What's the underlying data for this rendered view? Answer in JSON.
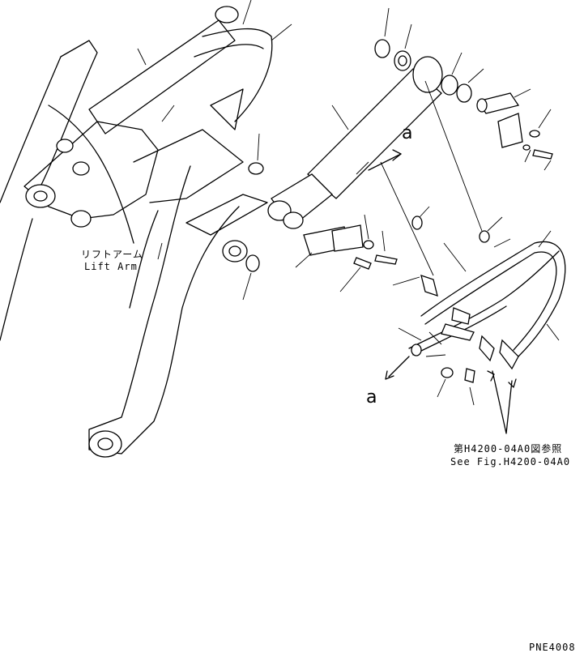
{
  "diagram": {
    "labels": {
      "lift_arm_jp": "リフトアーム",
      "lift_arm_en": "Lift Arm",
      "callout_a_top": "a",
      "callout_a_bottom": "a",
      "see_fig_jp": "第H4200-04A0図参照",
      "see_fig_en": "See Fig.H4200-04A0",
      "page_code": "PNE4008"
    }
  }
}
